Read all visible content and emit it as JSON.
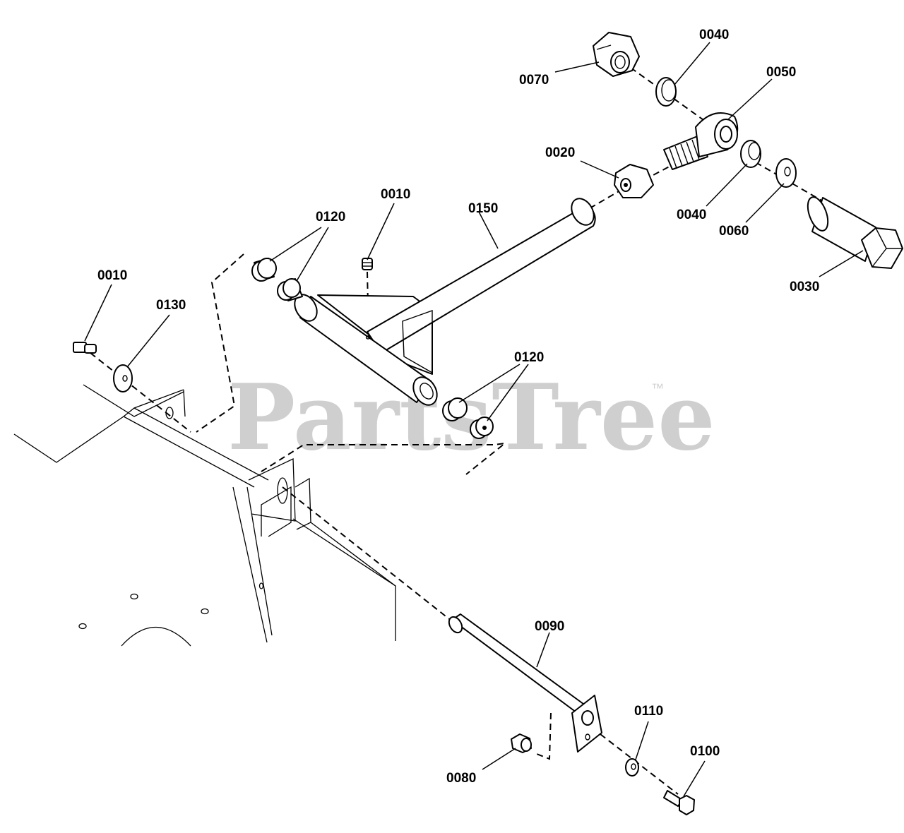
{
  "watermark": {
    "text": "PartsTree",
    "trademark": "™"
  },
  "callouts": {
    "c0010_top": "0010",
    "c0010_left": "0010",
    "c0020": "0020",
    "c0030": "0030",
    "c0040_top": "0040",
    "c0040_mid": "0040",
    "c0050": "0050",
    "c0060": "0060",
    "c0070": "0070",
    "c0080": "0080",
    "c0090": "0090",
    "c0100": "0100",
    "c0110": "0110",
    "c0120_top": "0120",
    "c0120_right": "0120",
    "c0130": "0130",
    "c0150": "0150"
  }
}
